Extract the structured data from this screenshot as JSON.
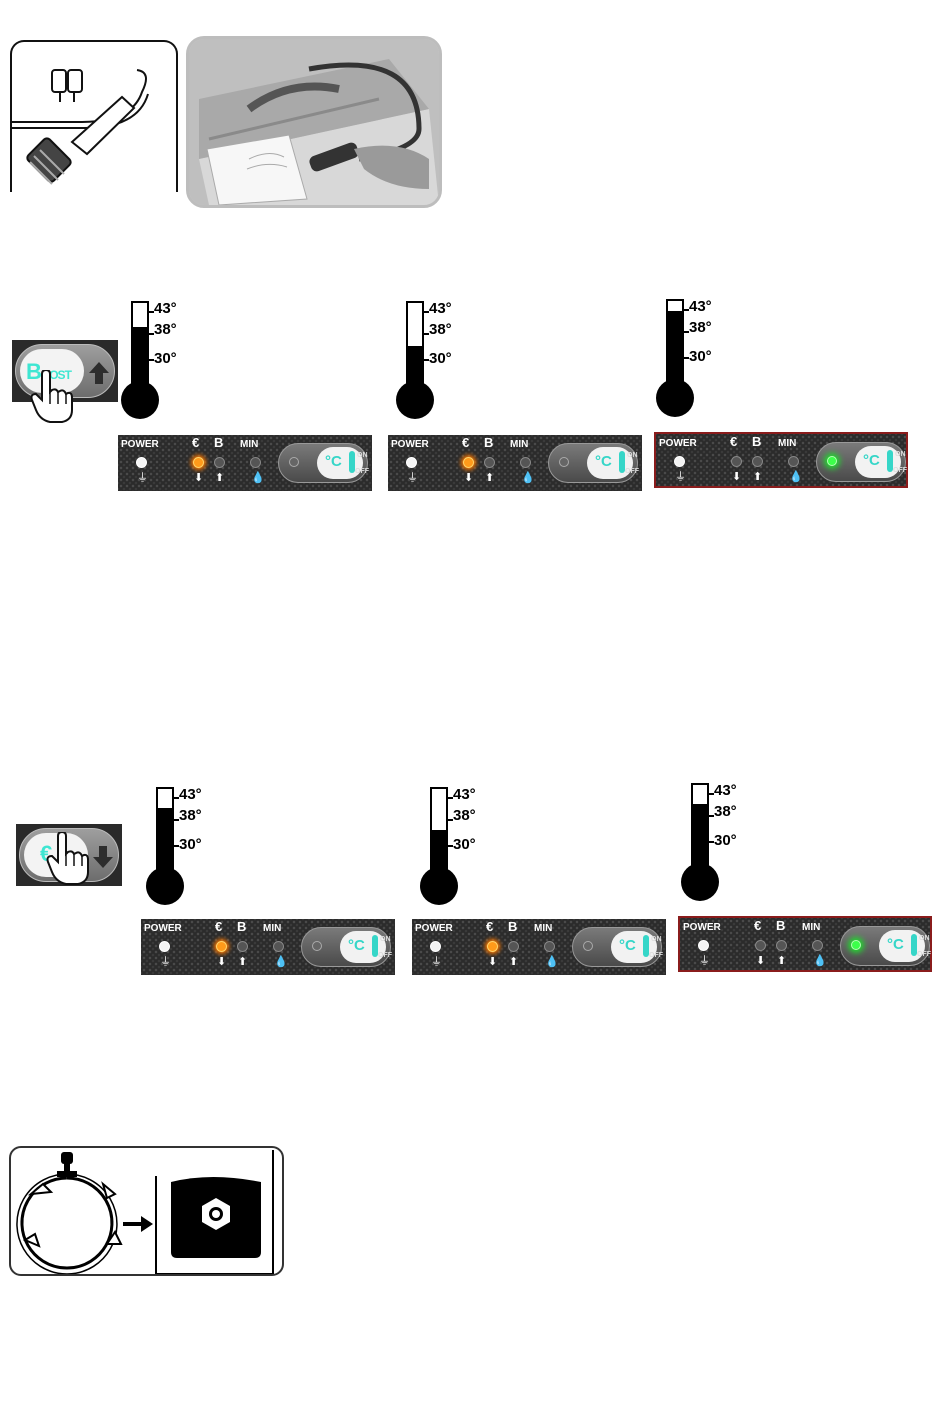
{
  "section1": {
    "button_label_big": "B",
    "button_label_rest": "OOST",
    "thermometers": [
      {
        "labels": [
          "43°",
          "38°",
          "30°"
        ],
        "level": 0.72
      },
      {
        "labels": [
          "43°",
          "38°",
          "30°"
        ],
        "level": 0.5
      },
      {
        "labels": [
          "43°",
          "38°",
          "30°"
        ],
        "level": 0.88
      }
    ]
  },
  "section2": {
    "thermometers": [
      {
        "labels": [
          "43°",
          "38°",
          "30°"
        ],
        "level": 0.78
      },
      {
        "labels": [
          "43°",
          "38°",
          "30°"
        ],
        "level": 0.52
      },
      {
        "labels": [
          "43°",
          "38°",
          "30°"
        ],
        "level": 0.78
      }
    ]
  },
  "panel": {
    "power_label": "POWER",
    "eco_label": "€",
    "boost_label": "B",
    "min_label": "MIN",
    "unit_label": "°C",
    "on_label": "ON",
    "off_label": "OFF"
  },
  "panel_states": [
    {
      "orange": true,
      "green": false
    },
    {
      "orange": true,
      "green": false
    },
    {
      "orange": false,
      "green": true
    },
    {
      "orange": true,
      "green": false
    },
    {
      "orange": true,
      "green": false
    },
    {
      "orange": false,
      "green": true
    }
  ],
  "colors": {
    "accent": "#3ee6d2",
    "led_orange": "#ff9a1a",
    "led_green": "#3cff4a"
  }
}
